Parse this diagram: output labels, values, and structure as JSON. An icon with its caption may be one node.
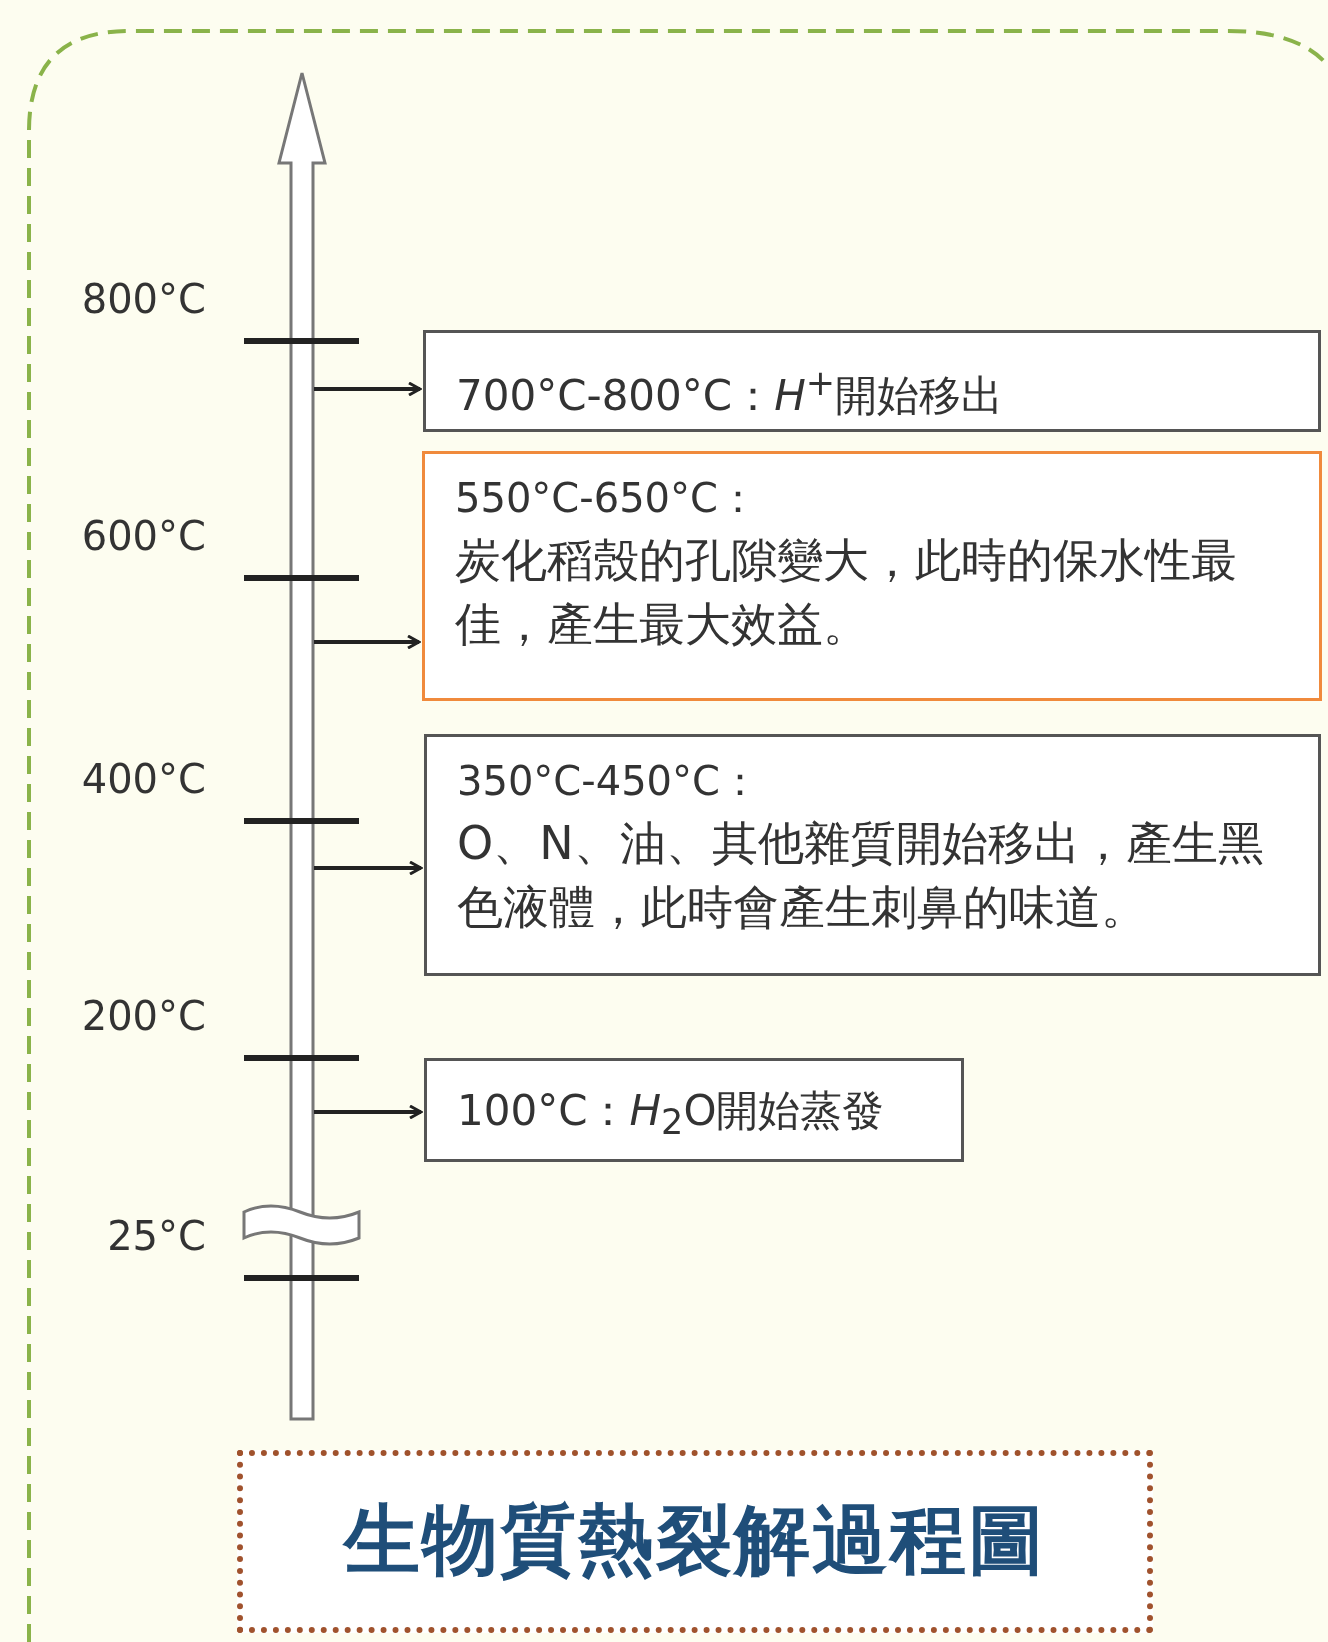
{
  "diagram": {
    "title": "生物質熱裂解過程圖",
    "nodes": [
      {
        "text": [
          "700°C-800°C：*H*$^{+}$開始移出"
        ]
      },
      {
        "text": [
          "550°C-650°C：",
          "炭化稻殼的孔隙變大，此時的保水性最佳，產生最大效益。"
        ]
      },
      {
        "text": [
          "350°C-450°C：",
          "O、N、油、其他雜質開始移出，產生黑色液體，此時會產生刺鼻的味道。"
        ]
      },
      {
        "text": [
          "100°C：*H*$_{2}$O開始蒸發"
        ]
      }
    ],
    "edges": [
      {
        "from": null,
        "to": 0,
        "arrow": "to"
      },
      {
        "from": null,
        "to": 1,
        "arrow": "to"
      },
      {
        "from": null,
        "to": 2,
        "arrow": "to"
      },
      {
        "from": null,
        "to": 3,
        "arrow": "to"
      }
    ],
    "labels": [
      "800°C",
      "600°C",
      "400°C",
      "200°C",
      "25°C"
    ]
  }
}
